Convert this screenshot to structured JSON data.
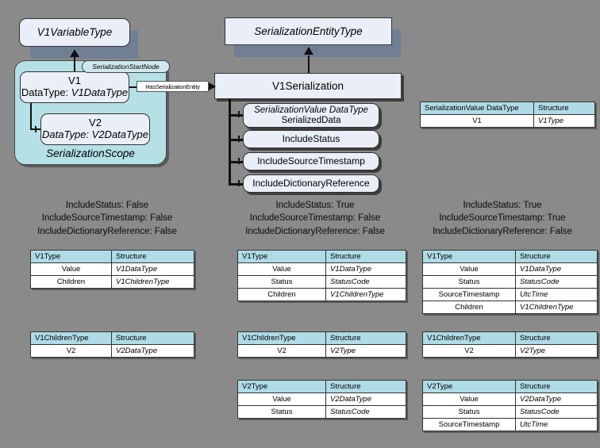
{
  "diagram": {
    "title": "OPC UA Serialization Scope Diagram",
    "background_color": "#8a8a8a",
    "node_fill": "#eaeef7",
    "scope_fill": "#b4e0e6",
    "table_header_fill": "#aedbe6"
  },
  "nodes": {
    "v1_variable_type": "V1VariableType",
    "serialization_entity_type": "SerializationEntityType",
    "serialization_start_node": "SerializationStartNode",
    "v1_name": "V1",
    "v1_datatype": "DataType: V1DataType",
    "v2_name": "V2",
    "v2_datatype": "DataType: V2DataType",
    "scope_label": "SerializationScope",
    "has_serialization_entity": "HasSerializationEntity",
    "v1_serialization": "V1Serialization",
    "serialized_data_type": "SerializationValue DataType",
    "serialized_data_name": "SerializedData",
    "include_status": "IncludeStatus",
    "include_source_timestamp": "IncludeSourceTimestamp",
    "include_dictionary_reference": "IncludeDictionaryReference"
  },
  "entity_table": {
    "headers": [
      "SerializationValue DataType",
      "Structure"
    ],
    "rows": [
      [
        "V1",
        "V1Type"
      ]
    ]
  },
  "columns": [
    {
      "id": "col-1",
      "caption": [
        "IncludeStatus: False",
        "IncludeSourceTimestamp: False",
        "IncludeDictionaryReference: False"
      ],
      "tables": [
        {
          "id": "v1type",
          "headers": [
            "V1Type",
            "Structure"
          ],
          "rows": [
            [
              "Value",
              "V1DataType"
            ],
            [
              "Children",
              "V1ChildrenType"
            ]
          ]
        },
        {
          "id": "v1childrentype",
          "headers": [
            "V1ChildrenType",
            "Structure"
          ],
          "rows": [
            [
              "V2",
              "V2DataType"
            ]
          ]
        }
      ]
    },
    {
      "id": "col-2",
      "caption": [
        "IncludeStatus: True",
        "IncludeSourceTimestamp: False",
        "IncludeDictionaryReference: False"
      ],
      "tables": [
        {
          "id": "v1type",
          "headers": [
            "V1Type",
            "Structure"
          ],
          "rows": [
            [
              "Value",
              "V1DataType"
            ],
            [
              "Status",
              "StatusCode"
            ],
            [
              "Children",
              "V1ChildrenType"
            ]
          ]
        },
        {
          "id": "v1childrentype",
          "headers": [
            "V1ChildrenType",
            "Structure"
          ],
          "rows": [
            [
              "V2",
              "V2Type"
            ]
          ]
        },
        {
          "id": "v2type",
          "headers": [
            "V2Type",
            "Structure"
          ],
          "rows": [
            [
              "Value",
              "V2DataType"
            ],
            [
              "Status",
              "StatusCode"
            ]
          ]
        }
      ]
    },
    {
      "id": "col-3",
      "caption": [
        "IncludeStatus: True",
        "IncludeSourceTimestamp: True",
        "IncludeDictionaryReference: False"
      ],
      "tables": [
        {
          "id": "v1type",
          "headers": [
            "V1Type",
            "Structure"
          ],
          "rows": [
            [
              "Value",
              "V1DataType"
            ],
            [
              "Status",
              "StatusCode"
            ],
            [
              "SourceTimestamp",
              "UtcTime"
            ],
            [
              "Children",
              "V1ChildrenType"
            ]
          ]
        },
        {
          "id": "v1childrentype",
          "headers": [
            "V1ChildrenType",
            "Structure"
          ],
          "rows": [
            [
              "V2",
              "V2Type"
            ]
          ]
        },
        {
          "id": "v2type",
          "headers": [
            "V2Type",
            "Structure"
          ],
          "rows": [
            [
              "Value",
              "V2DataType"
            ],
            [
              "Status",
              "StatusCode"
            ],
            [
              "SourceTimestamp",
              "UtcTime"
            ]
          ]
        }
      ]
    }
  ]
}
